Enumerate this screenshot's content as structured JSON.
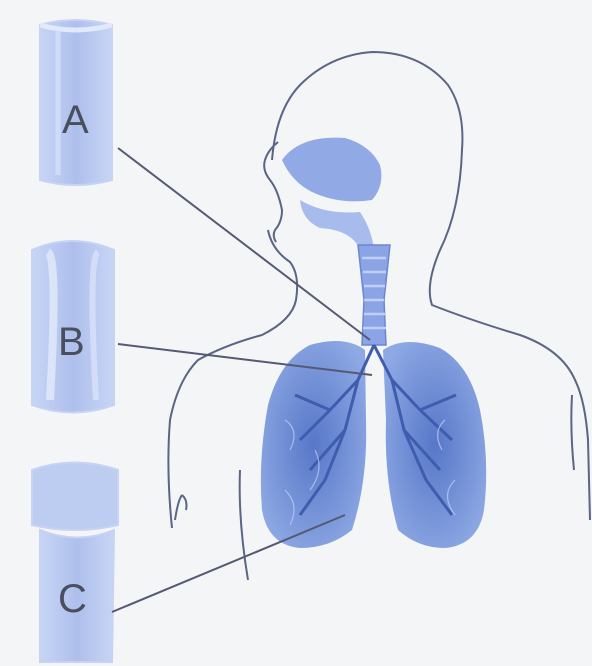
{
  "labels": {
    "a": "A",
    "b": "B",
    "c": "C"
  },
  "colors": {
    "background": "#f4f5f7",
    "outline": "#5b6584",
    "organ_fill": "#6f8fd8",
    "organ_dark": "#4a68b8",
    "tube_fill": "#b4c6ef",
    "tube_light": "#d7e2fa",
    "leader_line": "#545a72"
  }
}
